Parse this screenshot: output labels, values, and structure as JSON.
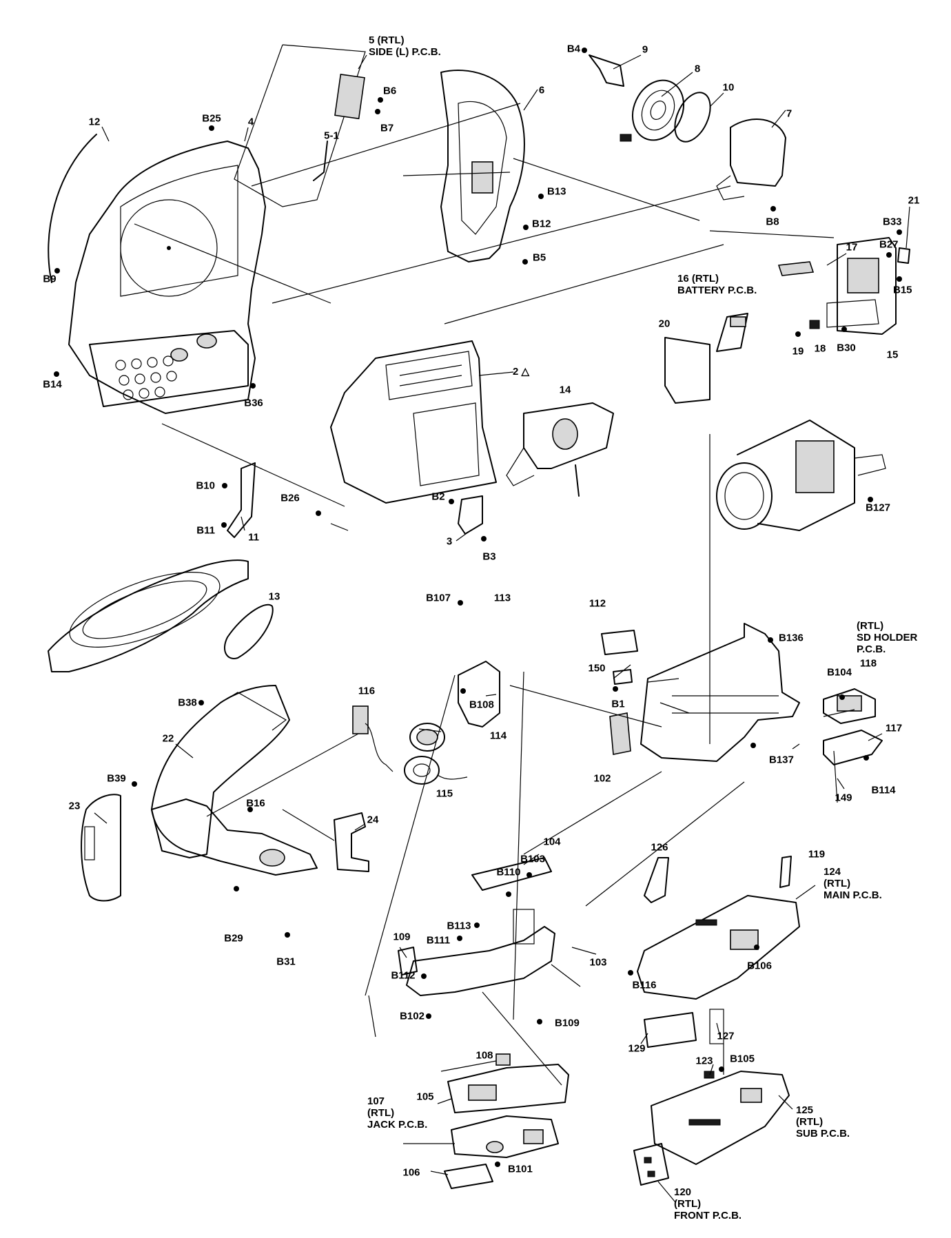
{
  "labels": {
    "p5": "5 (RTL)\nSIDE (L) P.C.B.",
    "p5_1": "5-1",
    "p12": "12",
    "p4": "4",
    "p6": "6",
    "p7": "7",
    "p8": "8",
    "p9": "9",
    "p10": "10",
    "p2": "2",
    "p3": "3",
    "p11": "11",
    "p13": "13",
    "p14": "14",
    "p15": "15",
    "p16": "16 (RTL)\nBATTERY P.C.B.",
    "p17": "17",
    "p18": "18",
    "p19": "19",
    "p20": "20",
    "p21": "21",
    "p22": "22",
    "p23": "23",
    "p24": "24",
    "p102": "102",
    "p103": "103",
    "p104": "104",
    "p105": "105",
    "p106": "106",
    "p107": "107\n(RTL)\nJACK P.C.B.",
    "p108": "108",
    "p109": "109",
    "p112": "112",
    "p113": "113",
    "p114": "114",
    "p115": "115",
    "p116": "116",
    "p117": "117",
    "p118": "(RTL)\nSD HOLDER\nP.C.B.",
    "p118n": "118",
    "p119": "119",
    "p120": "120\n(RTL)\nFRONT P.C.B.",
    "p123": "123",
    "p124": "124\n(RTL)\nMAIN P.C.B.",
    "p125": "125\n(RTL)\nSUB P.C.B.",
    "p126": "126",
    "p127": "127",
    "p129": "129",
    "p149": "149",
    "p150": "150",
    "B1": "B1",
    "B2": "B2",
    "B3": "B3",
    "B4": "B4",
    "B5": "B5",
    "B6": "B6",
    "B7": "B7",
    "B8": "B8",
    "B9": "B9",
    "B10": "B10",
    "B11": "B11",
    "B12": "B12",
    "B13": "B13",
    "B14": "B14",
    "B15": "B15",
    "B16": "B16",
    "B25": "B25",
    "B26": "B26",
    "B27": "B27",
    "B29": "B29",
    "B30": "B30",
    "B31": "B31",
    "B33": "B33",
    "B36": "B36",
    "B38": "B38",
    "B39": "B39",
    "B101": "B101",
    "B102": "B102",
    "B103": "B103",
    "B104": "B104",
    "B105": "B105",
    "B106": "B106",
    "B107": "B107",
    "B108": "B108",
    "B109": "B109",
    "B110": "B110",
    "B111": "B111",
    "B112": "B112",
    "B113": "B113",
    "B114": "B114",
    "B116": "B116",
    "B127": "B127",
    "B136": "B136",
    "B137": "B137"
  }
}
